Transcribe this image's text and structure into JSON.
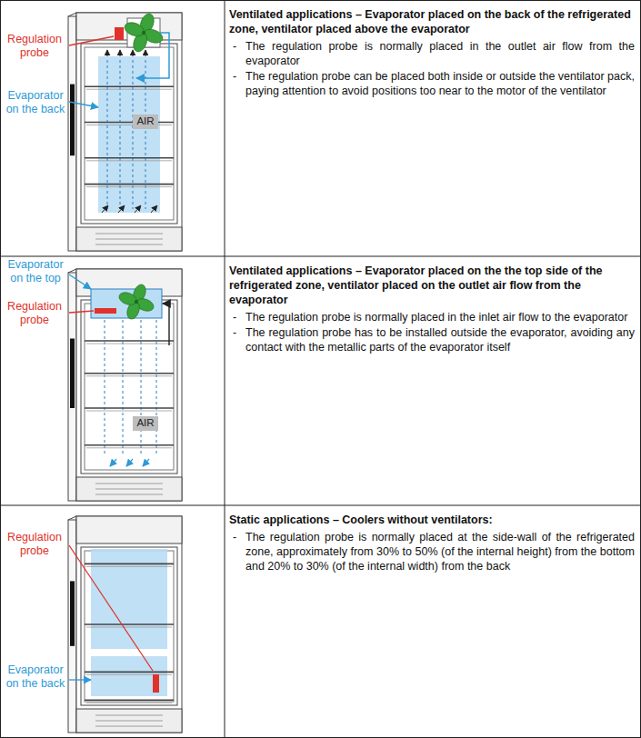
{
  "diagram": {
    "nodes": [
      {
        "text": [
          "AIR"
        ]
      },
      {
        "text": [
          "AIR"
        ]
      }
    ],
    "labels": [
      "Regulation probe",
      "Evaporator on the back",
      "Ventilated applications – Evaporator placed on the back of the refrigerated zone, ventilator placed above the evaporator",
      "-",
      "The regulation probe is normally placed in the outlet air flow from the evaporator",
      "-",
      "The regulation probe can be placed both inside or outside the ventilator pack, paying attention to avoid positions too near to the motor of the ventilator",
      "Evaporator on the top",
      "Regulation probe",
      "Ventilated applications – Evaporator placed on the the top side of the refrigerated zone, ventilator placed on the outlet air flow from the evaporator",
      "-",
      "The regulation probe is normally placed in the inlet air flow to the evaporator",
      "-",
      "The regulation probe has to be installed outside the evaporator, avoiding any contact with the metallic parts of the evaporator itself",
      "Regulation probe",
      "Evaporator on the back",
      "Static applications – Coolers without ventilators:",
      "-",
      "The regulation probe is normally placed at the side-wall of the refrigerated zone, approximately from 30% to 50% (of the internal height) from the bottom and 20% to 30% (of the internal width) from the back"
    ]
  }
}
